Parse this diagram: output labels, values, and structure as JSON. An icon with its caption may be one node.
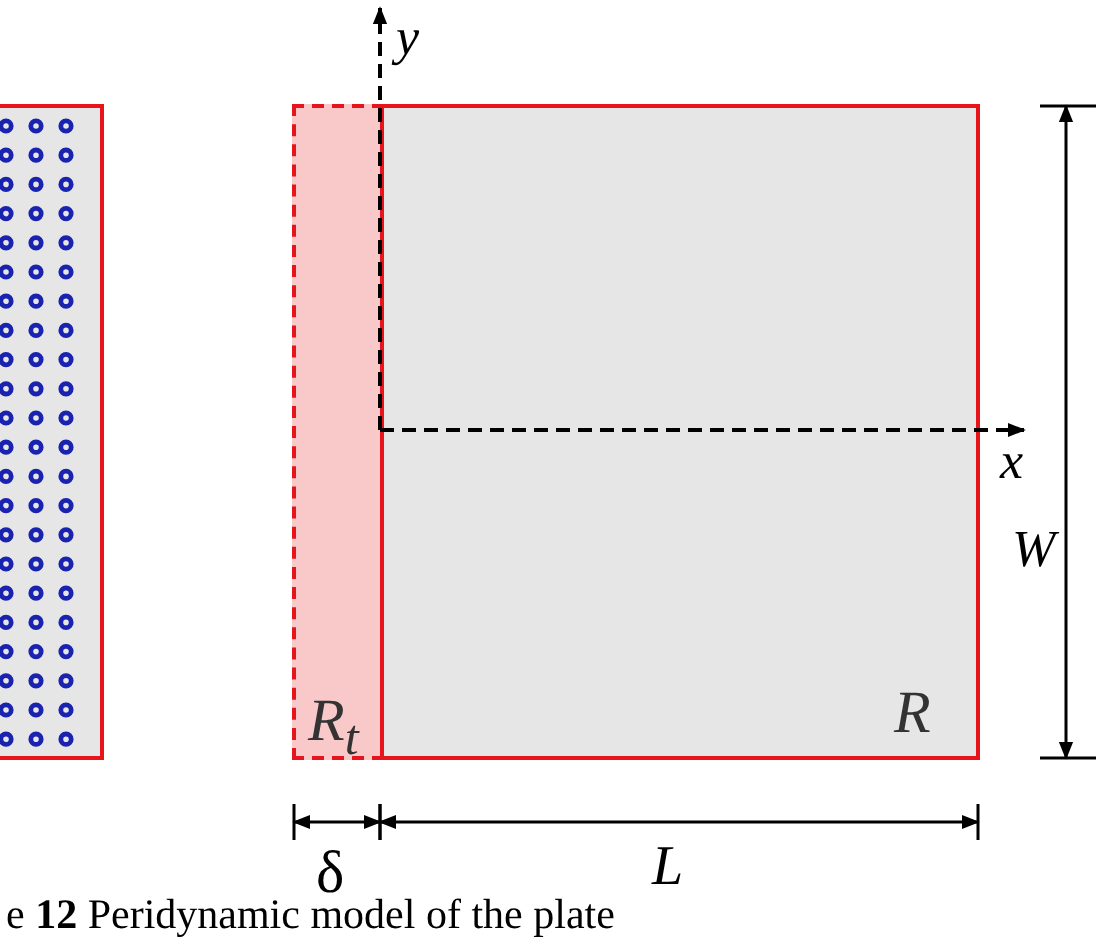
{
  "diagram": {
    "caption": "e **12** Peridynamic model of the plate",
    "nodes": [
      {
        "text": [],
        "shape": "box"
      },
      {
        "text": [
          "R$_{t}$"
        ]
      },
      {
        "text": [
          "R"
        ]
      }
    ],
    "labels": [
      "y",
      "x",
      "W",
      "δ",
      "L"
    ]
  }
}
